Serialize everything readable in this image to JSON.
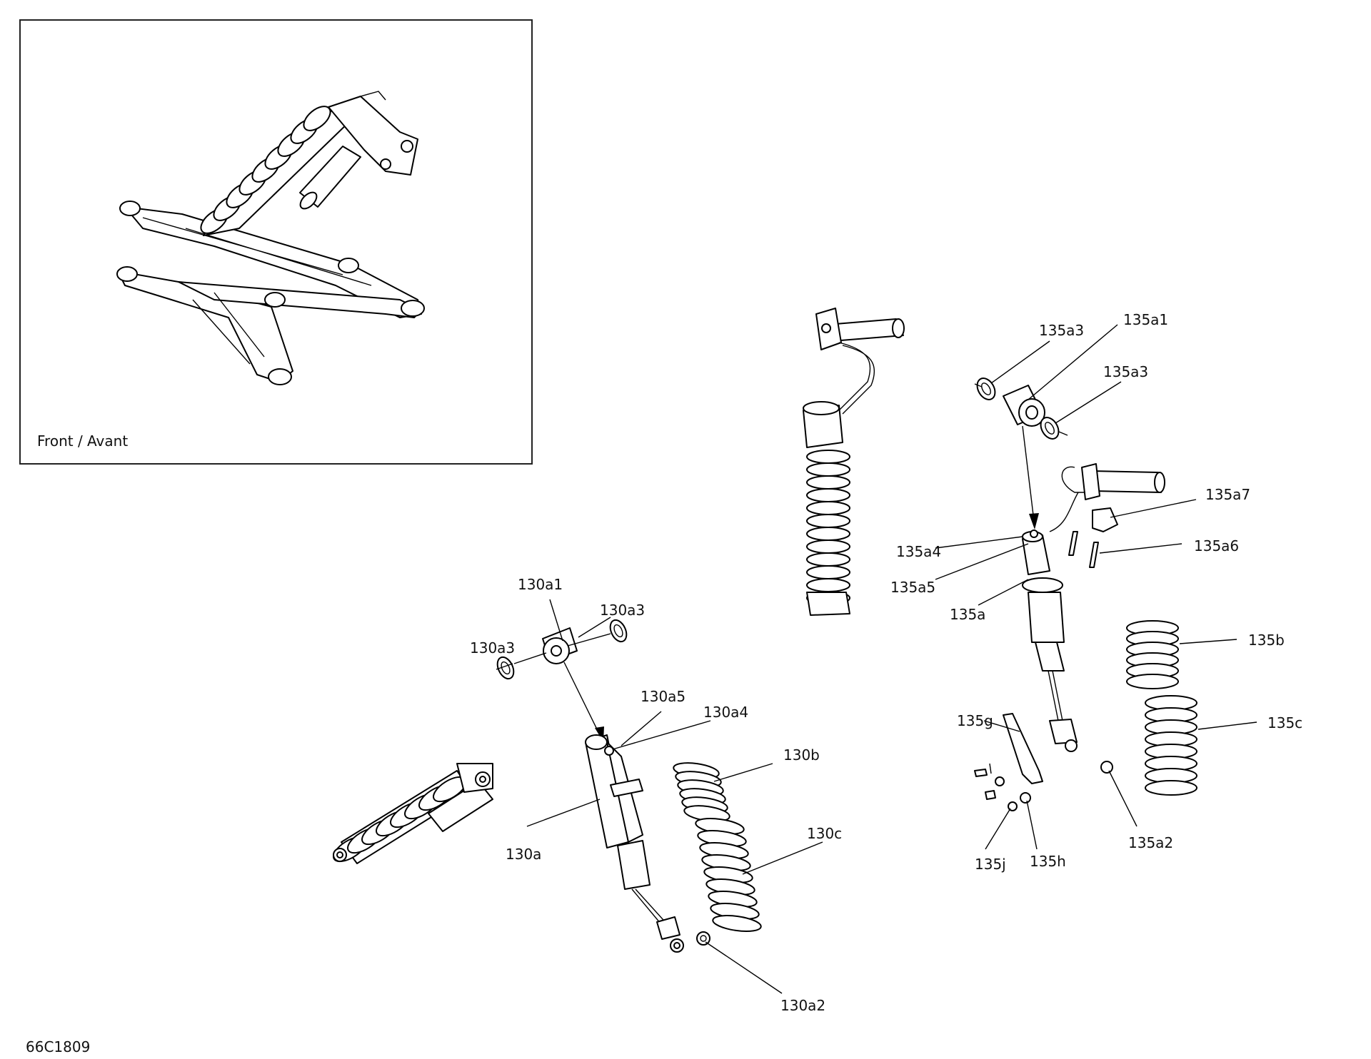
{
  "inset": {
    "caption": "Front / Avant"
  },
  "figure_code": "66C1809",
  "callouts": {
    "c130a1": "130a1",
    "c130a3_right": "130a3",
    "c130a3_left": "130a3",
    "c130a5": "130a5",
    "c130a4": "130a4",
    "c130b": "130b",
    "c130c": "130c",
    "c130a": "130a",
    "c130a2": "130a2",
    "c135a3_left": "135a3",
    "c135a1": "135a1",
    "c135a3_right": "135a3",
    "c135a7": "135a7",
    "c135a4": "135a4",
    "c135a6": "135a6",
    "c135a5": "135a5",
    "c135a": "135a",
    "c135b": "135b",
    "c135c": "135c",
    "c135g": "135g",
    "c135a2": "135a2",
    "c135j": "135j",
    "c135h": "135h"
  }
}
